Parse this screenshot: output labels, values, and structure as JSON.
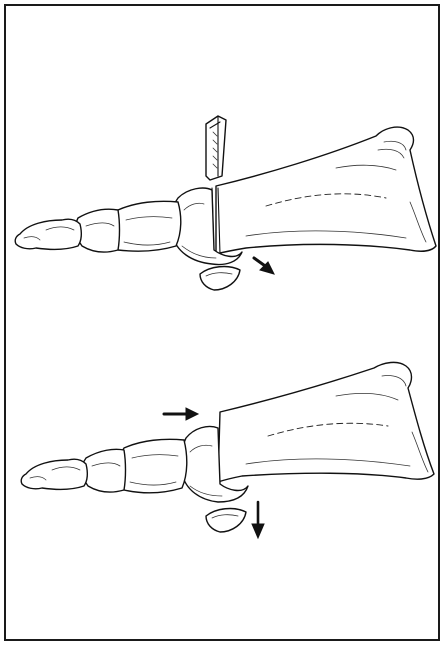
{
  "figure": {
    "frame": "border",
    "panels": [
      {
        "id": "top",
        "elements": [
          "foot-bones",
          "saw-blade",
          "cut-line",
          "excised-bone-wedge",
          "removal-arrow"
        ]
      },
      {
        "id": "bottom",
        "elements": [
          "foot-bones",
          "shift-arrow",
          "excised-bone-wedge",
          "downward-arrow"
        ]
      }
    ],
    "colors": {
      "ink": "#111111",
      "background": "#ffffff"
    }
  }
}
